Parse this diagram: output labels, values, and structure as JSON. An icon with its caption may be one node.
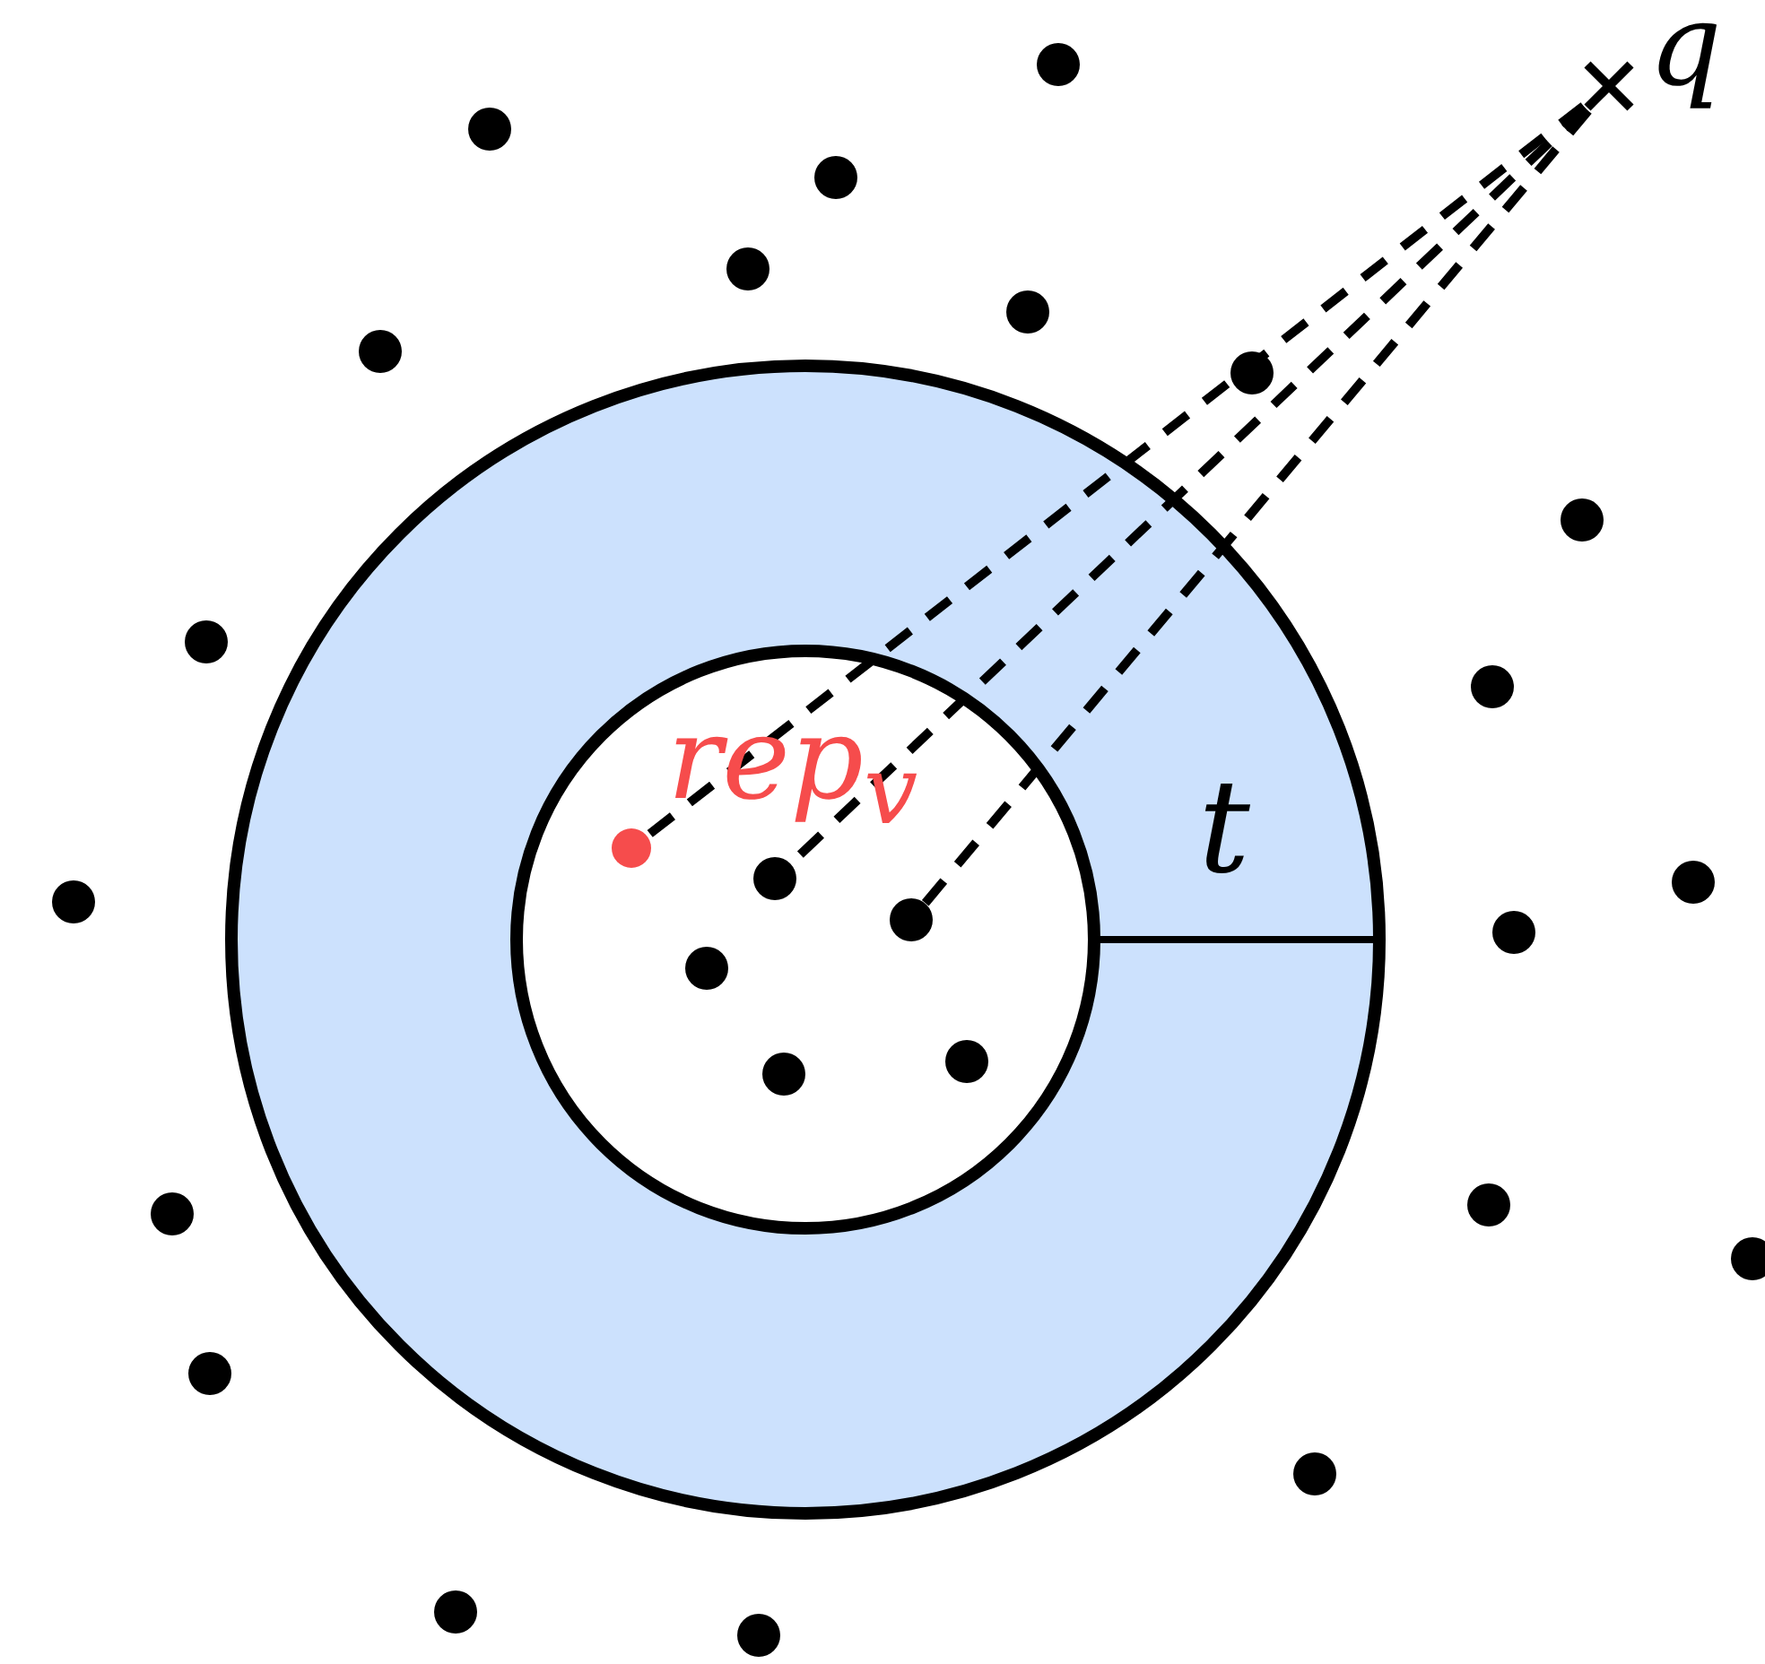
{
  "diagram": {
    "nodes": [
      {
        "text": [
          "q"
        ]
      },
      {
        "text": [],
        "shape": "circle",
        "beside": [
          "rep$_{v}$"
        ]
      },
      {
        "text": [],
        "shape": "circle"
      },
      {
        "text": [],
        "shape": "circle"
      }
    ],
    "edges": [
      {
        "from": 0,
        "to": 1,
        "arrow": "none",
        "style": "dashed"
      },
      {
        "from": 0,
        "to": 2,
        "arrow": "none",
        "style": "dashed"
      },
      {
        "from": 0,
        "to": 3,
        "arrow": "none",
        "style": "dashed"
      }
    ],
    "labels": [
      "t"
    ]
  }
}
